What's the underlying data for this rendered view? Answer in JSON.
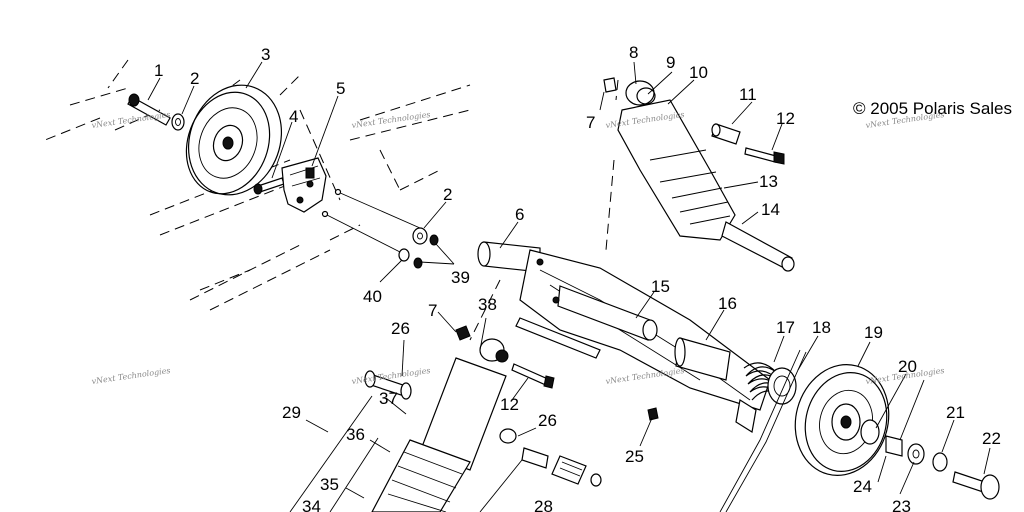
{
  "copyright": "© 2005 Polaris Sales",
  "watermark": "vNext Technologies",
  "callouts": [
    {
      "id": "c1",
      "label": "1"
    },
    {
      "id": "c2a",
      "label": "2"
    },
    {
      "id": "c3",
      "label": "3"
    },
    {
      "id": "c4",
      "label": "4"
    },
    {
      "id": "c5",
      "label": "5"
    },
    {
      "id": "c2b",
      "label": "2"
    },
    {
      "id": "c39",
      "label": "39"
    },
    {
      "id": "c40",
      "label": "40"
    },
    {
      "id": "c6",
      "label": "6"
    },
    {
      "id": "c7a",
      "label": "7"
    },
    {
      "id": "c8",
      "label": "8"
    },
    {
      "id": "c9",
      "label": "9"
    },
    {
      "id": "c10",
      "label": "10"
    },
    {
      "id": "c11",
      "label": "11"
    },
    {
      "id": "c12a",
      "label": "12"
    },
    {
      "id": "c13",
      "label": "13"
    },
    {
      "id": "c14",
      "label": "14"
    },
    {
      "id": "c7b",
      "label": "7"
    },
    {
      "id": "c38",
      "label": "38"
    },
    {
      "id": "c26a",
      "label": "26"
    },
    {
      "id": "c15",
      "label": "15"
    },
    {
      "id": "c16",
      "label": "16"
    },
    {
      "id": "c17",
      "label": "17"
    },
    {
      "id": "c18",
      "label": "18"
    },
    {
      "id": "c19",
      "label": "19"
    },
    {
      "id": "c20",
      "label": "20"
    },
    {
      "id": "c37",
      "label": "37"
    },
    {
      "id": "c29",
      "label": "29"
    },
    {
      "id": "c36",
      "label": "36"
    },
    {
      "id": "c12b",
      "label": "12"
    },
    {
      "id": "c26b",
      "label": "26"
    },
    {
      "id": "c25",
      "label": "25"
    },
    {
      "id": "c21",
      "label": "21"
    },
    {
      "id": "c22",
      "label": "22"
    },
    {
      "id": "c35",
      "label": "35"
    },
    {
      "id": "c34",
      "label": "34"
    },
    {
      "id": "c28",
      "label": "28"
    },
    {
      "id": "c24",
      "label": "24"
    },
    {
      "id": "c23",
      "label": "23"
    }
  ]
}
